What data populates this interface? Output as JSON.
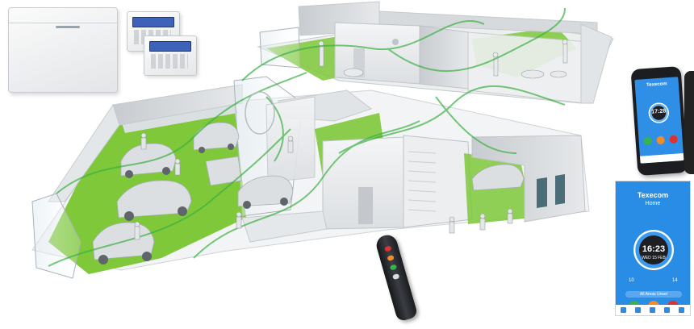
{
  "colors": {
    "floor_green": "#7ec83a",
    "signal_green": "#3cb043",
    "app_blue": "#2a8de5",
    "armed_red": "#e03131",
    "part_orange": "#f28c28",
    "unset_green": "#37b24d"
  },
  "tablet_app": {
    "brand": "Texecom",
    "site": "Home",
    "time": "16:23",
    "date": "WED 15 FEB",
    "left_value": "10",
    "right_value": "14",
    "banner": "All Areas Unset"
  },
  "phone_app": {
    "brand": "Texecom",
    "time": "17:28"
  },
  "icons": [
    "control-panel",
    "keypad",
    "smartphone",
    "tablet",
    "remote-fob"
  ]
}
